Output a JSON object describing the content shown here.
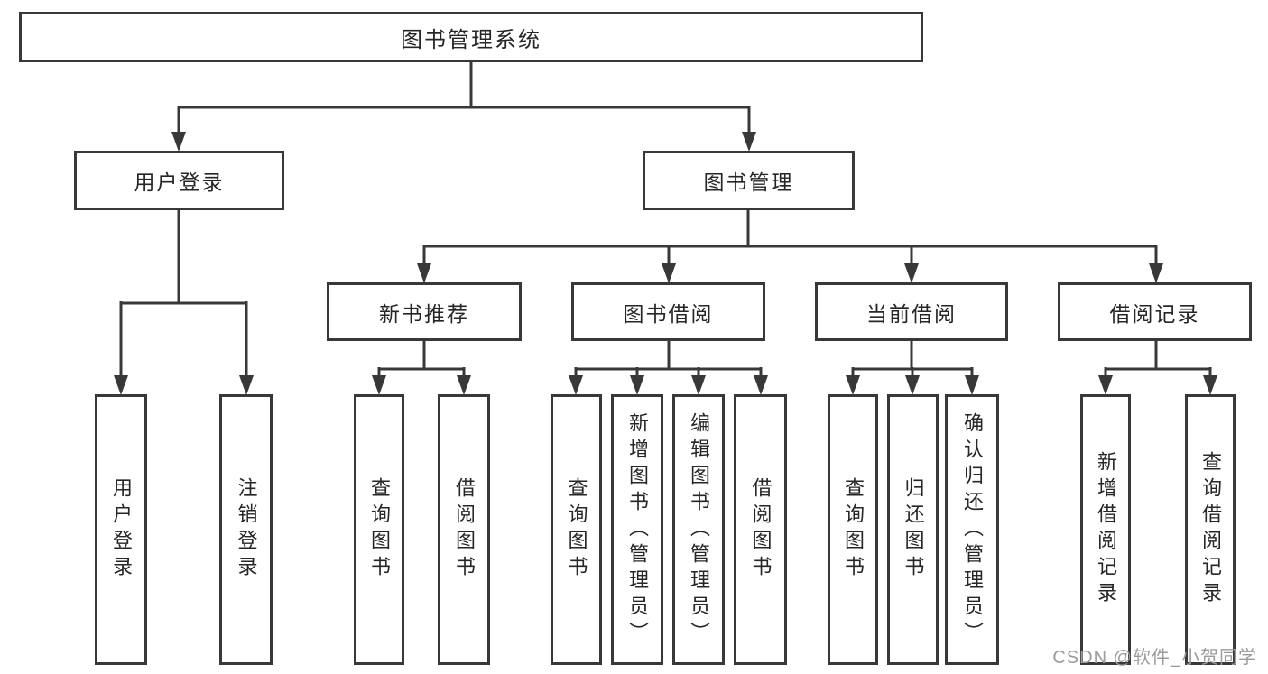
{
  "diagram": {
    "title": "图书管理系统",
    "children": [
      {
        "label": "用户登录",
        "children": [
          "用户登录",
          "注销登录"
        ]
      },
      {
        "label": "图书管理",
        "children": [
          {
            "label": "新书推荐",
            "children": [
              "查询图书",
              "借阅图书"
            ]
          },
          {
            "label": "图书借阅",
            "children": [
              "查询图书",
              "新增图书（管理员）",
              "编辑图书（管理员）",
              "借阅图书"
            ]
          },
          {
            "label": "当前借阅",
            "children": [
              "查询图书",
              "归还图书",
              "确认归还（管理员）"
            ]
          },
          {
            "label": "借阅记录",
            "children": [
              "新增借阅记录",
              "查询借阅记录"
            ]
          }
        ]
      }
    ]
  },
  "watermark": {
    "text": "CSDN @软件_小贺同学"
  },
  "colors": {
    "line": "#383838",
    "box_border": "#383838",
    "box_fill": "#ffffff",
    "text": "#262626",
    "watermark": "#9b9b9b",
    "background": "#ffffff"
  }
}
